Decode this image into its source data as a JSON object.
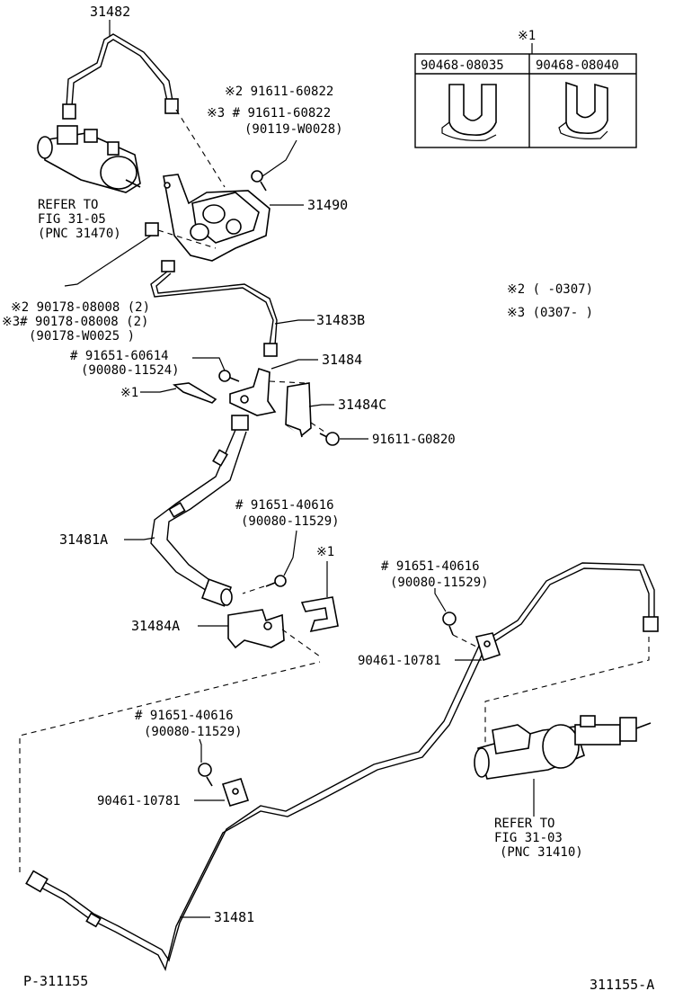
{
  "figure_code_left": "P-311155",
  "figure_code_right": "311155-A",
  "legend": {
    "mark": "※1",
    "cols": [
      "90468-08035",
      "90468-08040"
    ],
    "note2": "※2 (      -0307)",
    "note3": "※3 (0307-      )"
  },
  "labels": {
    "p31482": "31482",
    "p31490": "31490",
    "p31483b": "31483B",
    "p31484": "31484",
    "p31484c": "31484C",
    "p31481a": "31481A",
    "p31484a": "31484A",
    "p31481": "31481",
    "bolt_a1": "※2 91611-60822",
    "bolt_a2": "※3 # 91611-60822",
    "bolt_a3": "(90119-W0028)",
    "nut_b1": "※2 90178-08008 (2)",
    "nut_b2": "※3# 90178-08008 (2)",
    "nut_b3": "(90178-W0025 )",
    "refer1_l1": "REFER TO",
    "refer1_l2": "FIG 31-05",
    "refer1_l3": "(PNC 31470)",
    "bolt_c1": "# 91651-60614",
    "bolt_c2": "(90080-11524)",
    "mark1_a": "※1",
    "bolt_d": "91611-G0820",
    "bolt_e1": "# 91651-40616",
    "bolt_e2": "(90080-11529)",
    "mark1_b": "※1",
    "bolt_f1": "# 91651-40616",
    "bolt_f2": "(90080-11529)",
    "clamp_a": "90461-10781",
    "bolt_g1": "# 91651-40616",
    "bolt_g2": "(90080-11529)",
    "clamp_b": "90461-10781",
    "refer2_l1": "REFER TO",
    "refer2_l2": "FIG 31-03",
    "refer2_l3": "(PNC 31410)"
  }
}
